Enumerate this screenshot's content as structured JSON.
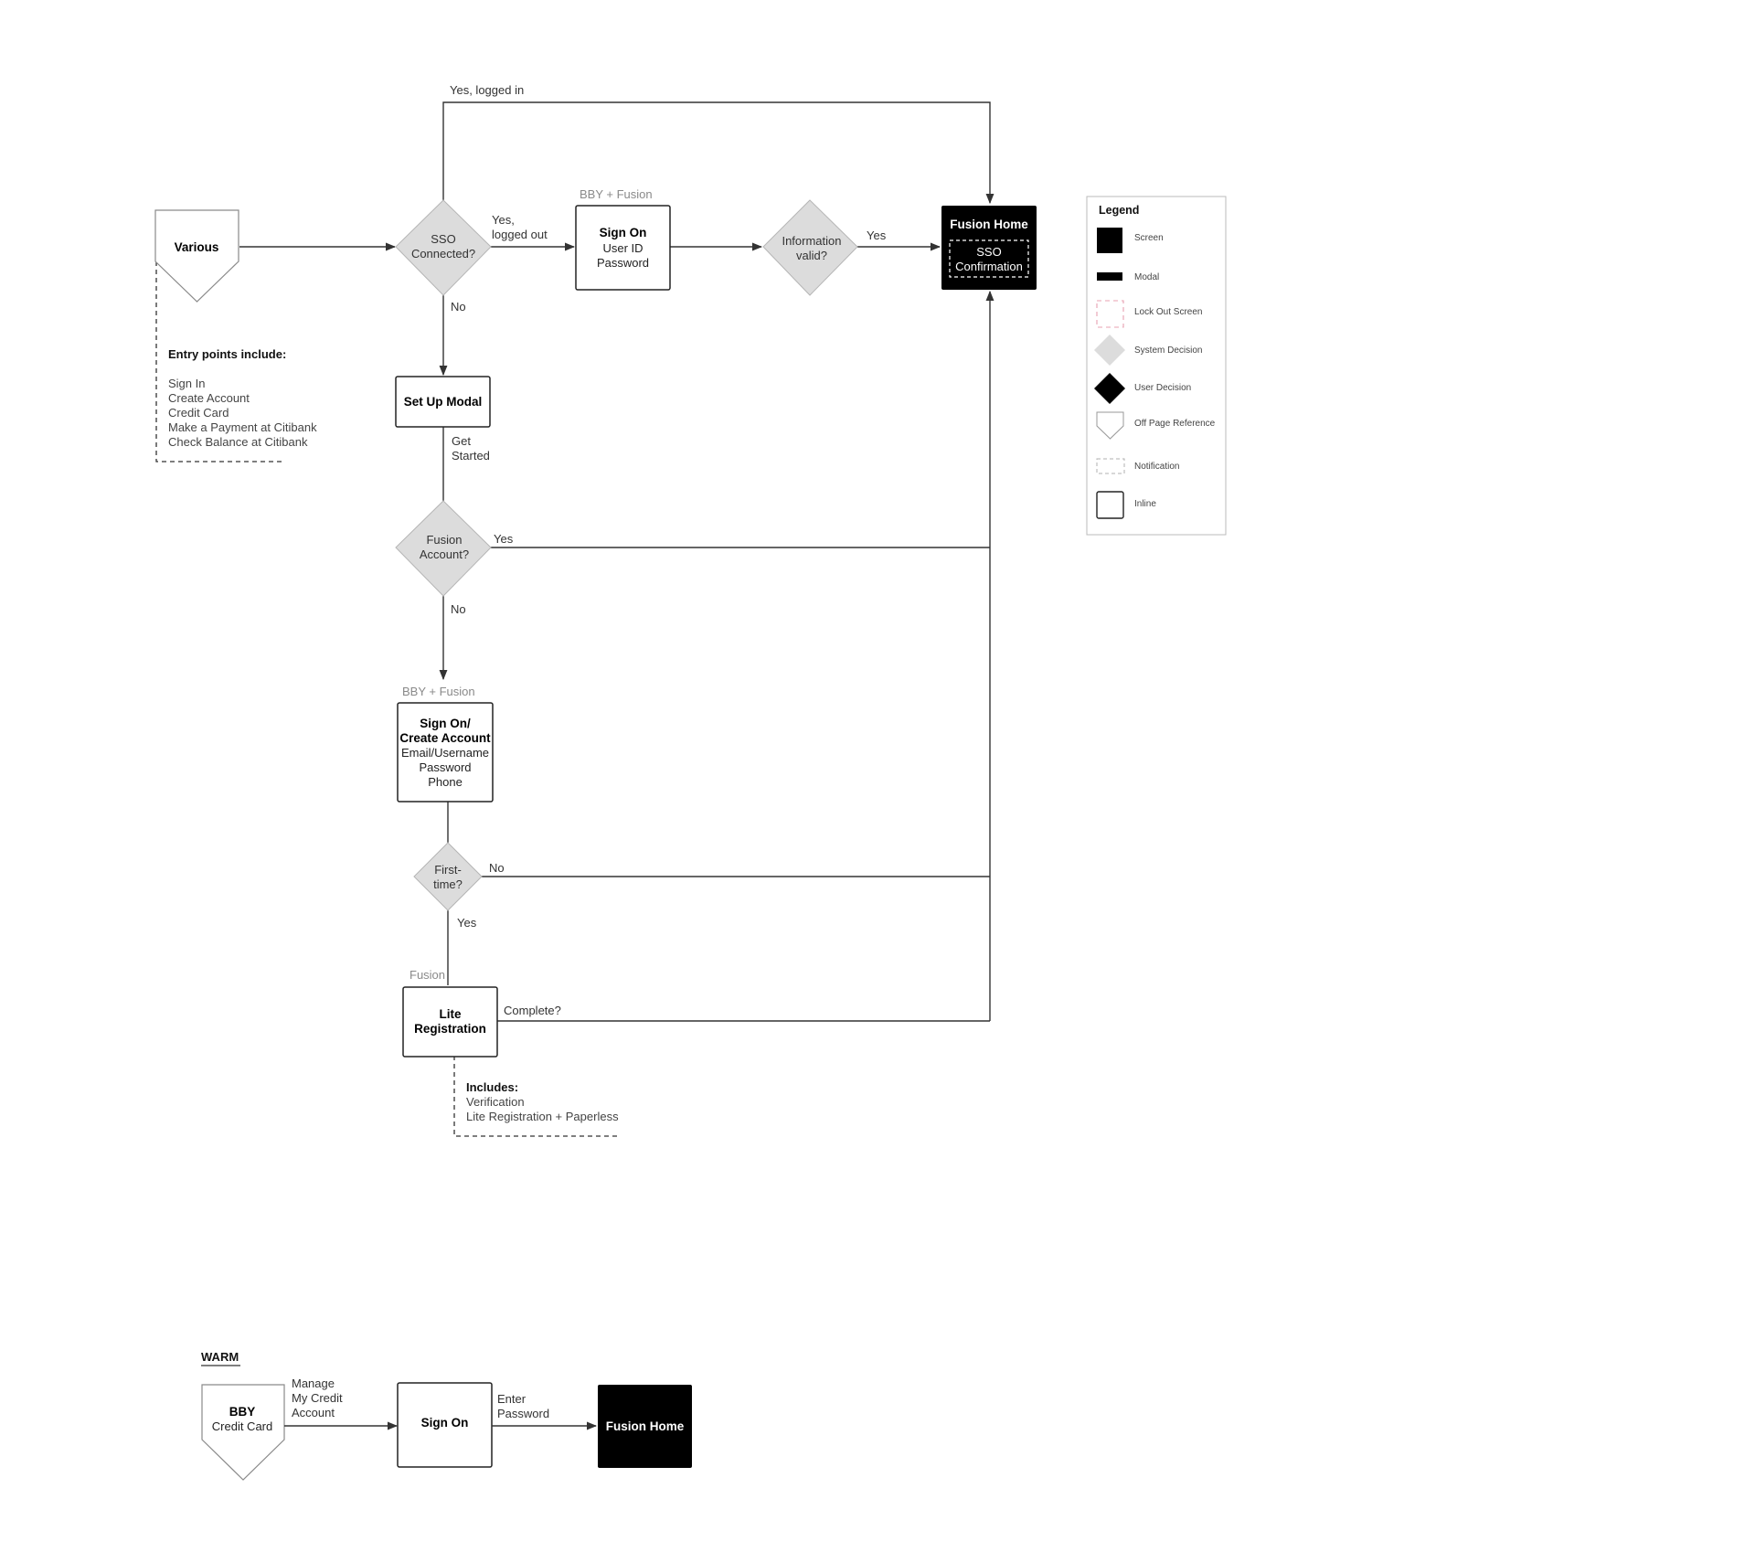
{
  "colors": {
    "screen_fill": "#000000",
    "decision_fill": "#dcdcdc",
    "line": "#333333",
    "lockout_stroke": "#e8a0b0",
    "notification_stroke": "#b0b0b0"
  },
  "nodes": {
    "various": "Various",
    "sso_connected": [
      "SSO",
      "Connected?"
    ],
    "sign_on_1": {
      "group": "BBY + Fusion",
      "title": "Sign On",
      "lines": [
        "User ID",
        "Password"
      ]
    },
    "info_valid": [
      "Information",
      "valid?"
    ],
    "fusion_home": {
      "title": "Fusion Home",
      "inner": [
        "SSO",
        "Confirmation"
      ]
    },
    "setup_modal": "Set Up Modal",
    "fusion_account": [
      "Fusion",
      "Account?"
    ],
    "sign_on_create": {
      "group": "BBY + Fusion",
      "titles": [
        "Sign On/",
        "Create Account"
      ],
      "lines": [
        "Email/Username",
        "Password",
        "Phone"
      ]
    },
    "first_time": [
      "First-",
      "time?"
    ],
    "lite_reg": {
      "group": "Fusion",
      "titles": [
        "Lite",
        "Registration"
      ]
    }
  },
  "edges": {
    "yes_logged_in": "Yes, logged in",
    "yes_logged_out": [
      "Yes,",
      "logged out"
    ],
    "yes_info": "Yes",
    "no_sso": "No",
    "get_started": [
      "Get",
      "Started"
    ],
    "yes_fusion": "Yes",
    "no_fusion": "No",
    "no_first": "No",
    "yes_first": "Yes",
    "complete": "Complete?"
  },
  "notes": {
    "entry": {
      "title": "Entry points include:",
      "items": [
        "Sign In",
        "Create Account",
        "Credit Card",
        "Make a Payment at Citibank",
        "Check Balance at Citibank"
      ]
    },
    "includes": {
      "title": "Includes:",
      "items": [
        "Verification",
        "Lite Registration + Paperless"
      ]
    }
  },
  "legend": {
    "title": "Legend",
    "items": [
      {
        "label": "Screen",
        "icon": "screen-icon"
      },
      {
        "label": "Modal",
        "icon": "modal-icon"
      },
      {
        "label": "Lock Out Screen",
        "icon": "lockout-icon"
      },
      {
        "label": "System Decision",
        "icon": "system-decision-icon"
      },
      {
        "label": "User Decision",
        "icon": "user-decision-icon"
      },
      {
        "label": "Off Page Reference",
        "icon": "off-page-reference-icon"
      },
      {
        "label": "Notification",
        "icon": "notification-icon"
      },
      {
        "label": "Inline",
        "icon": "inline-icon"
      }
    ]
  },
  "warm": {
    "title": "WARM",
    "bby": [
      "BBY",
      "Credit Card"
    ],
    "manage": [
      "Manage",
      "My Credit",
      "Account"
    ],
    "sign_on": "Sign On",
    "enter_password": [
      "Enter",
      "Password"
    ],
    "fusion_home": "Fusion Home"
  }
}
